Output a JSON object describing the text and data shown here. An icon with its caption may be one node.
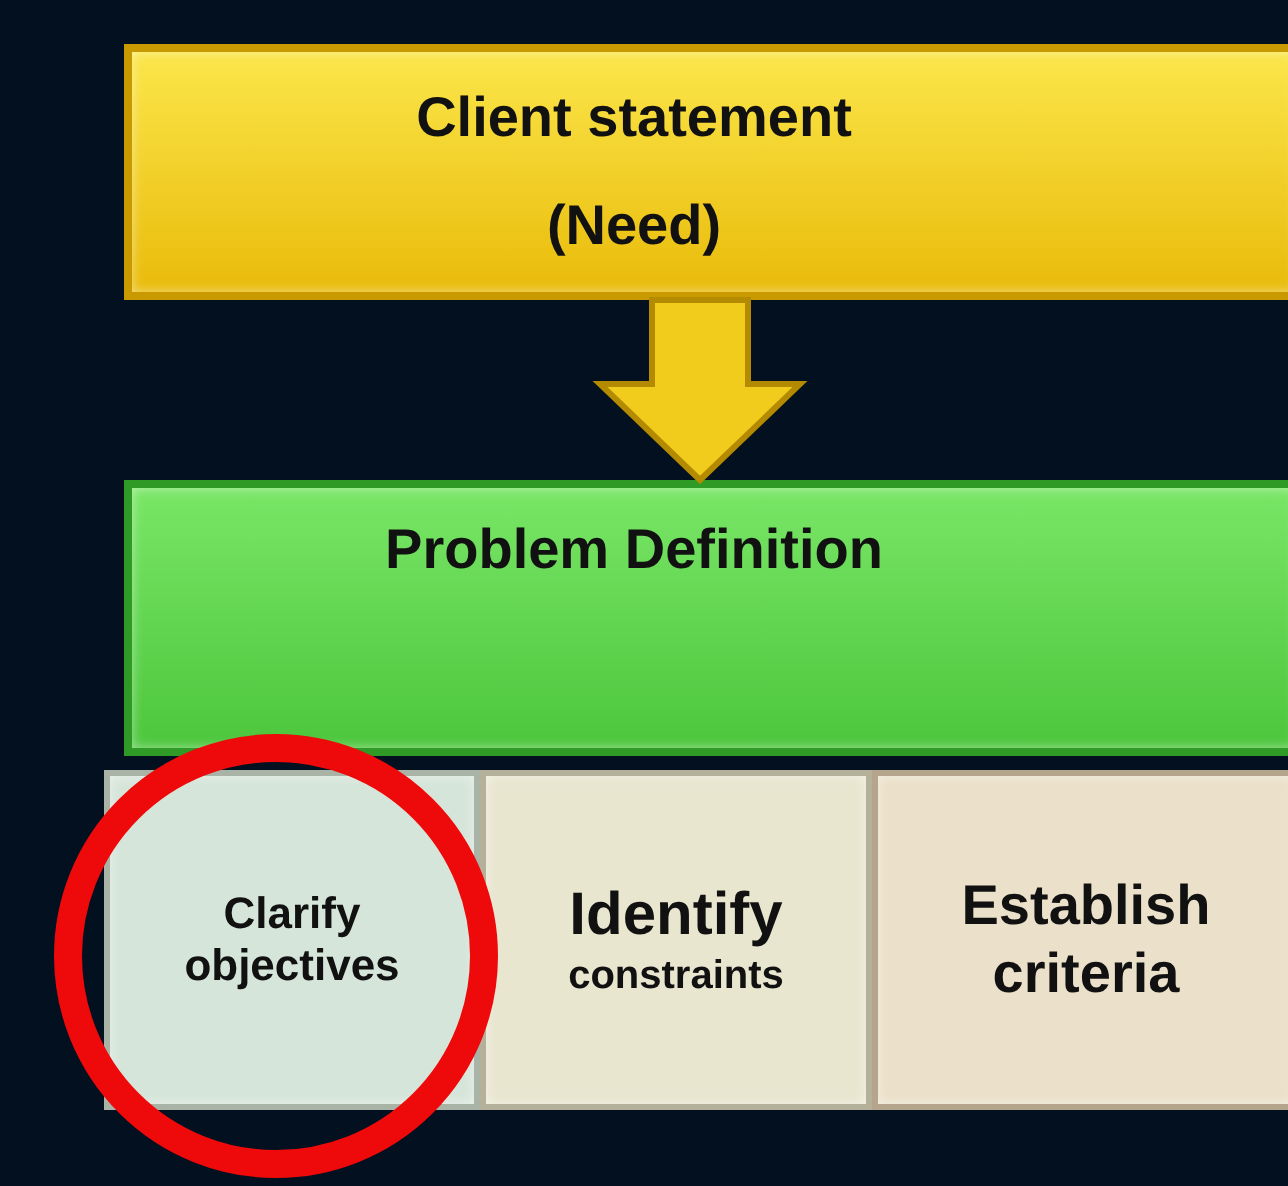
{
  "diagram": {
    "nodes": [
      {
        "text": [
          "Client statement",
          "(Need)"
        ]
      },
      {
        "text": [
          "Problem Definition"
        ]
      },
      {
        "text": [
          "Clarify objectives"
        ]
      },
      {
        "text": [
          "Identify",
          "constraints"
        ]
      },
      {
        "text": [
          "Establish criteria"
        ]
      }
    ],
    "edges": [
      {
        "from": 0,
        "to": 1,
        "arrow": "to",
        "style": "thick"
      }
    ]
  }
}
